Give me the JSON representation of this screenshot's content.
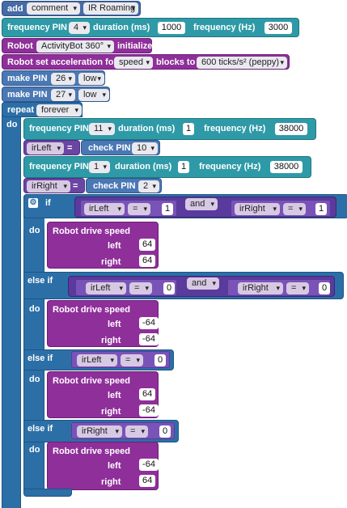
{
  "add_comment": {
    "add": "add",
    "type": "comment",
    "text": "IR Roaming"
  },
  "freq1": {
    "label": "frequency PIN",
    "pin": "4",
    "duration_label": "duration (ms)",
    "duration": "1000",
    "freq_label": "frequency (Hz)",
    "freq": "3000"
  },
  "robot_init": {
    "label": "Robot",
    "robot": "ActivityBot 360°",
    "suffix": "initialize"
  },
  "robot_accel": {
    "label": "Robot set acceleration for",
    "mode": "speed",
    "mid": "blocks to",
    "value": "600 ticks/s² (peppy)"
  },
  "make_pin1": {
    "label": "make PIN",
    "pin": "26",
    "state": "low"
  },
  "make_pin2": {
    "label": "make PIN",
    "pin": "27",
    "state": "low"
  },
  "repeat": {
    "label": "repeat",
    "mode": "forever",
    "do": "do"
  },
  "freq2": {
    "label": "frequency PIN",
    "pin": "11",
    "duration_label": "duration (ms)",
    "duration": "1",
    "freq_label": "frequency (Hz)",
    "freq": "38000"
  },
  "set_left": {
    "var": "irLeft",
    "eq": "=",
    "label": "check PIN",
    "pin": "10"
  },
  "freq3": {
    "label": "frequency PIN",
    "pin": "1",
    "duration_label": "duration (ms)",
    "duration": "1",
    "freq_label": "frequency (Hz)",
    "freq": "38000"
  },
  "set_right": {
    "var": "irRight",
    "eq": "=",
    "label": "check PIN",
    "pin": "2"
  },
  "if_block": {
    "if": "if",
    "do": "do",
    "elseif": "else if",
    "and": "and",
    "eq": "=",
    "c1": {
      "a": "irLeft",
      "av": "1",
      "b": "irRight",
      "bv": "1"
    },
    "d1": {
      "label": "Robot drive speed",
      "left": "left",
      "right": "right",
      "lv": "64",
      "rv": "64"
    },
    "c2": {
      "a": "irLeft",
      "av": "0",
      "b": "irRight",
      "bv": "0"
    },
    "d2": {
      "label": "Robot drive speed",
      "left": "left",
      "right": "right",
      "lv": "-64",
      "rv": "-64"
    },
    "c3": {
      "a": "irLeft",
      "av": "0"
    },
    "d3": {
      "label": "Robot drive speed",
      "left": "left",
      "right": "right",
      "lv": "64",
      "rv": "-64"
    },
    "c4": {
      "a": "irRight",
      "av": "0"
    },
    "d4": {
      "label": "Robot drive speed",
      "left": "left",
      "right": "right",
      "lv": "-64",
      "rv": "64"
    }
  },
  "colors": {
    "freq": "#2f9aa7",
    "robot": "#8f2f9a",
    "control": "#2c6fa7",
    "variable": "#6b45a3"
  }
}
